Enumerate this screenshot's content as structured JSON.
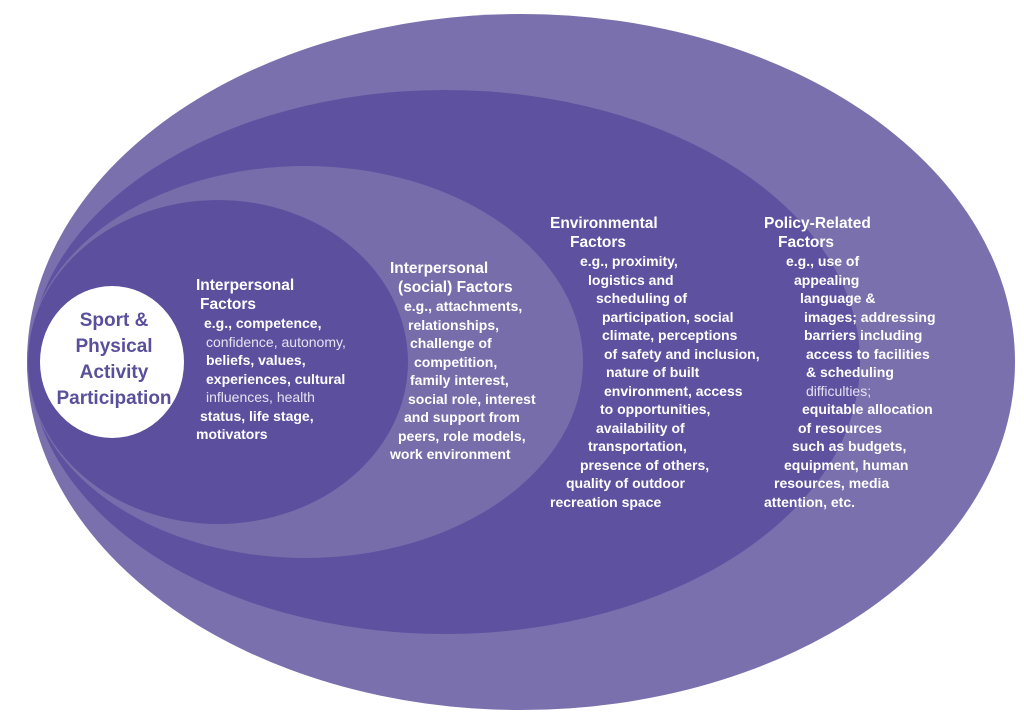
{
  "colors": {
    "outer_ring": "#7a70ad",
    "policy_band": "#7a70ad",
    "environmental_band": "#5e52a0",
    "social_band": "#786dab",
    "interpersonal_band": "#5c509e",
    "center_fill": "#ffffff",
    "center_text": "#5a4f9b",
    "label_text": "#ffffff"
  },
  "center": {
    "lines": [
      "Sport &",
      "Physical",
      "Activity",
      "Participation"
    ]
  },
  "layers": [
    {
      "id": "interpersonal",
      "title_lines": [
        "Interpersonal",
        "Factors"
      ],
      "body_lines": [
        {
          "text": "e.g., competence,",
          "light": false
        },
        {
          "text": "confidence, autonomy,",
          "light": true
        },
        {
          "text": "beliefs, values,",
          "light": false
        },
        {
          "text": "experiences, cultural",
          "light": false
        },
        {
          "text": "influences, health",
          "light": true
        },
        {
          "text": "status, life stage,",
          "light": false
        },
        {
          "text": "motivators",
          "light": false
        }
      ]
    },
    {
      "id": "social",
      "title_lines": [
        "Interpersonal",
        "(social) Factors"
      ],
      "body_lines": [
        {
          "text": "e.g., attachments,",
          "light": false
        },
        {
          "text": "relationships,",
          "light": false
        },
        {
          "text": "challenge of",
          "light": false
        },
        {
          "text": "competition,",
          "light": false
        },
        {
          "text": "family interest,",
          "light": false
        },
        {
          "text": "social role, interest",
          "light": false
        },
        {
          "text": "and support from",
          "light": false
        },
        {
          "text": "peers, role models,",
          "light": false
        },
        {
          "text": "work environment",
          "light": false
        }
      ]
    },
    {
      "id": "environmental",
      "title_lines": [
        "Environmental",
        "Factors"
      ],
      "body_lines": [
        {
          "text": "e.g., proximity,",
          "light": false
        },
        {
          "text": "logistics and",
          "light": false
        },
        {
          "text": "scheduling of",
          "light": false
        },
        {
          "text": "participation, social",
          "light": false
        },
        {
          "text": "climate, perceptions",
          "light": false
        },
        {
          "text": "of safety and inclusion,",
          "light": false
        },
        {
          "text": "nature of built",
          "light": false
        },
        {
          "text": "environment, access",
          "light": false
        },
        {
          "text": "to opportunities,",
          "light": false
        },
        {
          "text": "availability of",
          "light": false
        },
        {
          "text": "transportation,",
          "light": false
        },
        {
          "text": "presence of others,",
          "light": false
        },
        {
          "text": "quality of outdoor",
          "light": false
        },
        {
          "text": "recreation space",
          "light": false
        }
      ]
    },
    {
      "id": "policy",
      "title_lines": [
        "Policy-Related",
        "Factors"
      ],
      "body_lines": [
        {
          "text": "e.g., use of",
          "light": false
        },
        {
          "text": "appealing",
          "light": false
        },
        {
          "text": "language &",
          "light": false
        },
        {
          "text": "images; addressing",
          "light": false
        },
        {
          "text": "barriers including",
          "light": false
        },
        {
          "text": "access to facilities",
          "light": false
        },
        {
          "text": "& scheduling",
          "light": false
        },
        {
          "text": "difficulties;",
          "light": true
        },
        {
          "text": "equitable allocation",
          "light": false
        },
        {
          "text": "of resources",
          "light": false
        },
        {
          "text": "such as budgets,",
          "light": false
        },
        {
          "text": "equipment, human",
          "light": false
        },
        {
          "text": "resources, media",
          "light": false
        },
        {
          "text": "attention, etc.",
          "light": false
        }
      ]
    }
  ]
}
